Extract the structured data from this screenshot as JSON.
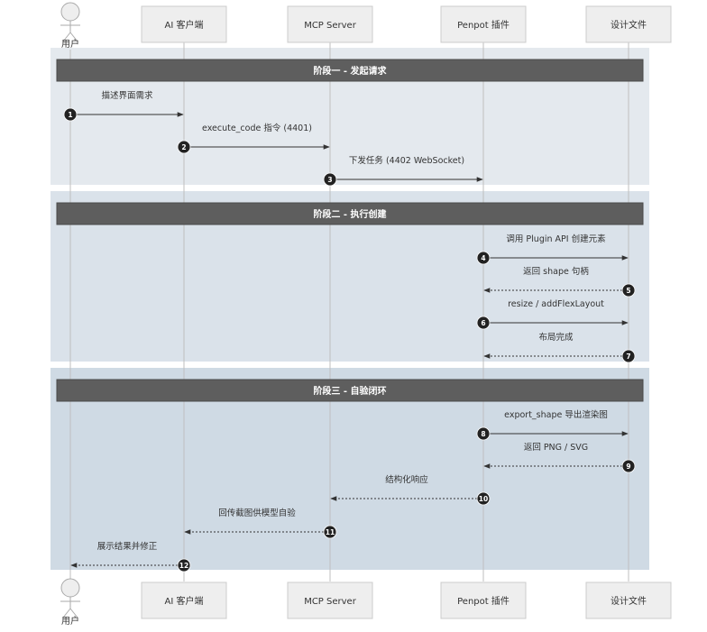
{
  "participants": {
    "user": "用户",
    "ai_client": "AI 客户端",
    "mcp_server": "MCP Server",
    "penpot_plugin": "Penpot 插件",
    "design_file": "设计文件"
  },
  "phases": [
    {
      "title": "阶段一 - 发起请求",
      "color": "#e4e9ee"
    },
    {
      "title": "阶段二 - 执行创建",
      "color": "#dae2ea"
    },
    {
      "title": "阶段三 - 自验闭环",
      "color": "#cfdae4"
    }
  ],
  "messages": [
    {
      "number": "1",
      "label": "描述界面需求",
      "from": "user",
      "to": "ai_client",
      "style": "solid"
    },
    {
      "number": "2",
      "label": "execute_code 指令 (4401)",
      "from": "ai_client",
      "to": "mcp_server",
      "style": "solid"
    },
    {
      "number": "3",
      "label": "下发任务 (4402 WebSocket)",
      "from": "mcp_server",
      "to": "penpot_plugin",
      "style": "solid"
    },
    {
      "number": "4",
      "label": "调用 Plugin API 创建元素",
      "from": "penpot_plugin",
      "to": "design_file",
      "style": "solid"
    },
    {
      "number": "5",
      "label": "返回 shape 句柄",
      "from": "design_file",
      "to": "penpot_plugin",
      "style": "dashed"
    },
    {
      "number": "6",
      "label": "resize / addFlexLayout",
      "from": "penpot_plugin",
      "to": "design_file",
      "style": "solid"
    },
    {
      "number": "7",
      "label": "布局完成",
      "from": "design_file",
      "to": "penpot_plugin",
      "style": "dashed"
    },
    {
      "number": "8",
      "label": "export_shape 导出渲染图",
      "from": "penpot_plugin",
      "to": "design_file",
      "style": "solid"
    },
    {
      "number": "9",
      "label": "返回 PNG / SVG",
      "from": "design_file",
      "to": "penpot_plugin",
      "style": "dashed"
    },
    {
      "number": "10",
      "label": "结构化响应",
      "from": "penpot_plugin",
      "to": "mcp_server",
      "style": "dashed"
    },
    {
      "number": "11",
      "label": "回传截图供模型自验",
      "from": "mcp_server",
      "to": "ai_client",
      "style": "dashed"
    },
    {
      "number": "12",
      "label": "展示结果并修正",
      "from": "ai_client",
      "to": "user",
      "style": "dashed"
    }
  ]
}
